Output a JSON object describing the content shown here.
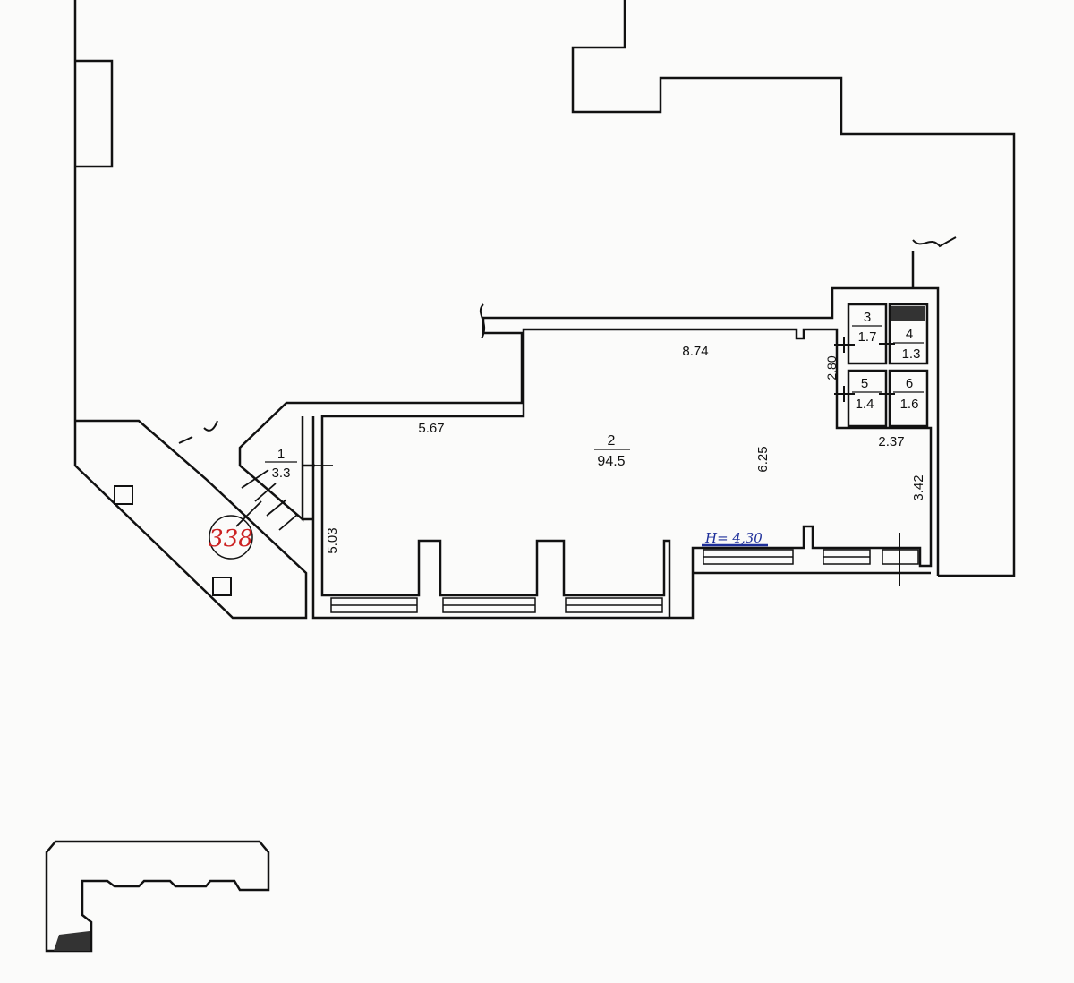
{
  "rooms": [
    {
      "number": "1",
      "area": "3.3"
    },
    {
      "number": "2",
      "area": "94.5"
    },
    {
      "number": "3",
      "area": "1.7"
    },
    {
      "number": "4",
      "area": "1.3"
    },
    {
      "number": "5",
      "area": "1.4"
    },
    {
      "number": "6",
      "area": "1.6"
    }
  ],
  "dimensions": {
    "d874": "8.74",
    "d567": "5.67",
    "d625": "6.25",
    "d503": "5.03",
    "d280": "2.80",
    "d237": "2.37",
    "d342": "3.42"
  },
  "annotations": {
    "height": "H= 4,30",
    "stamp": "338"
  },
  "colors": {
    "line": "#111111",
    "stamp": "#cc2020",
    "height_note": "#1e2f9a",
    "paper": "#fbfbfa"
  }
}
